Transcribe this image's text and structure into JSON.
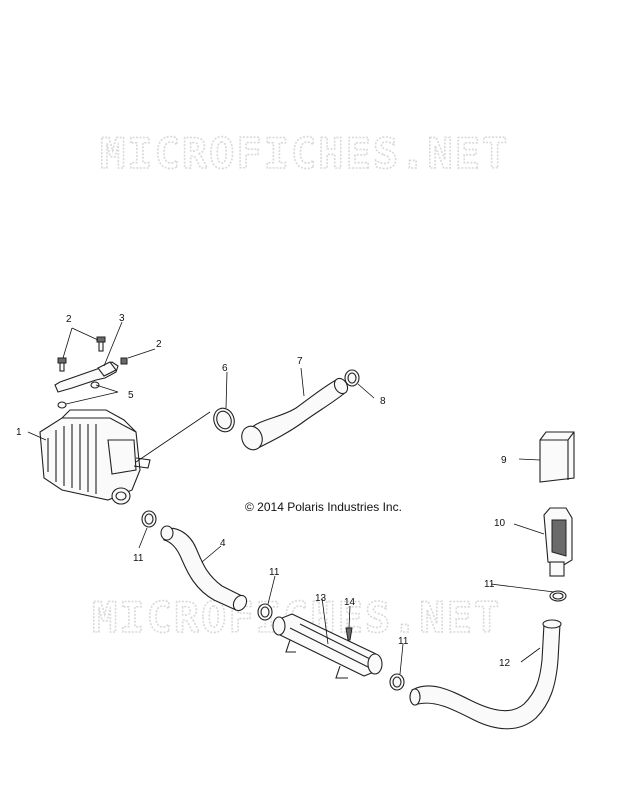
{
  "watermark": {
    "text": "MICROFICHES.NET"
  },
  "copyright": "© 2014 Polaris Industries Inc.",
  "callouts": {
    "c1": "1",
    "c2a": "2",
    "c2b": "2",
    "c3": "3",
    "c4": "4",
    "c5": "5",
    "c6": "6",
    "c7": "7",
    "c8": "8",
    "c9": "9",
    "c10": "10",
    "c11a": "11",
    "c11b": "11",
    "c11c": "11",
    "c11d": "11",
    "c12": "12",
    "c13": "13",
    "c14": "14"
  }
}
